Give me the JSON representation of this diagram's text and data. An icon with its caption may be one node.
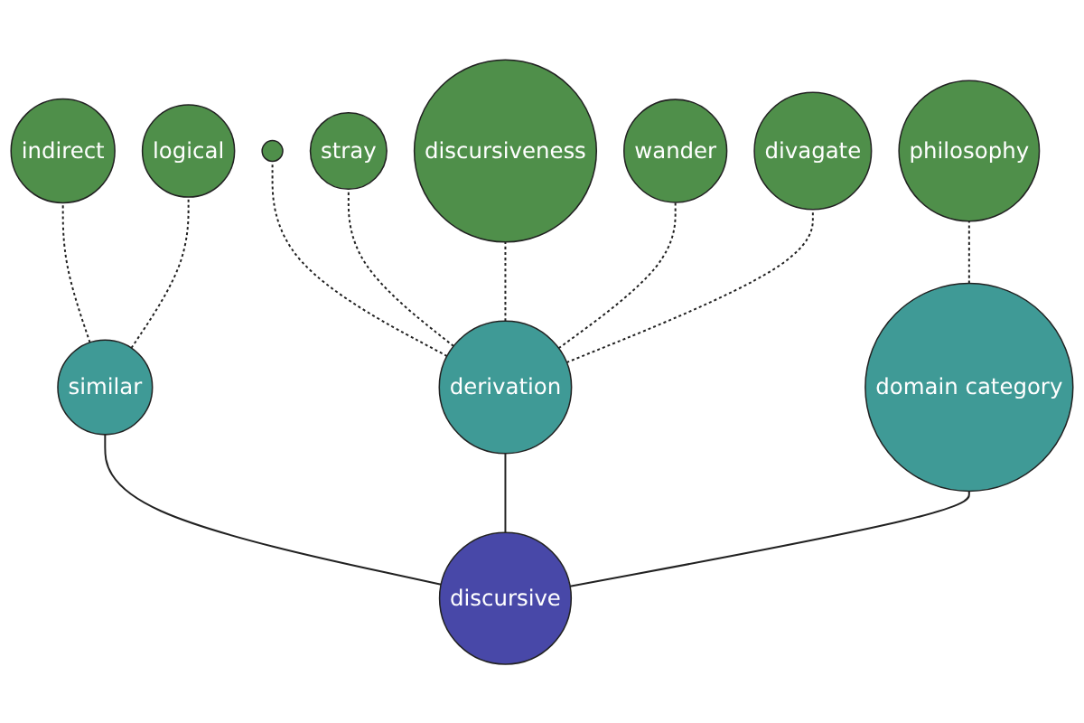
{
  "diagram": {
    "nodes": [
      {
        "text": [],
        "shape": "circle"
      },
      {
        "text": [
          "stray"
        ]
      },
      {
        "text": [
          "discursiveness"
        ]
      },
      {
        "text": [
          "wander"
        ]
      },
      {
        "text": [
          "derivation"
        ]
      },
      {
        "text": [
          "divagate"
        ]
      },
      {
        "text": [
          "indirect"
        ]
      },
      {
        "text": [
          "logical"
        ]
      },
      {
        "text": [
          "similar"
        ]
      },
      {
        "text": [
          "discursive"
        ]
      },
      {
        "text": [
          "domain category"
        ]
      },
      {
        "text": [
          "philosophy"
        ]
      }
    ],
    "edges": [
      {
        "from": 9,
        "to": 8,
        "arrow": "none"
      },
      {
        "from": 9,
        "to": 4,
        "arrow": "none"
      },
      {
        "from": 9,
        "to": 10,
        "arrow": "none"
      },
      {
        "from": 4,
        "to": 0,
        "arrow": "none",
        "style": "dashed"
      },
      {
        "from": 4,
        "to": 1,
        "arrow": "none",
        "style": "dashed"
      },
      {
        "from": 4,
        "to": 2,
        "arrow": "none",
        "style": "dashed"
      },
      {
        "from": 4,
        "to": 3,
        "arrow": "none",
        "style": "dashed"
      },
      {
        "from": 4,
        "to": 5,
        "arrow": "none",
        "style": "dashed"
      },
      {
        "from": 8,
        "to": 6,
        "arrow": "none",
        "style": "dashed"
      },
      {
        "from": 8,
        "to": 7,
        "arrow": "none",
        "style": "dashed"
      },
      {
        "from": 10,
        "to": 11,
        "arrow": "none",
        "style": "dashed"
      }
    ]
  }
}
